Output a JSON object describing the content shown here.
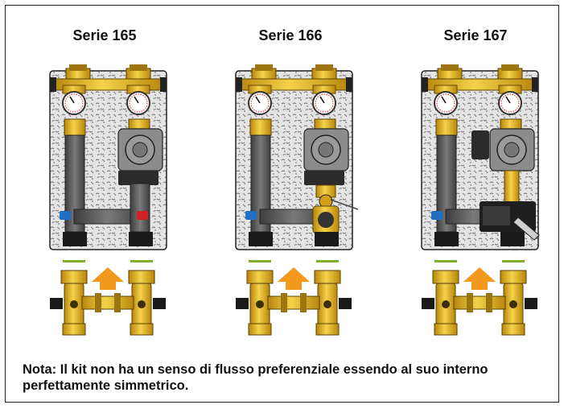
{
  "series": [
    {
      "title": "Serie 165",
      "valve": "none",
      "pump_actuator": true
    },
    {
      "title": "Serie 166",
      "valve": "thermostatic",
      "pump_actuator": true
    },
    {
      "title": "Serie 167",
      "valve": "motorized",
      "pump_actuator": true
    }
  ],
  "note": "Nota: Il kit non ha un senso di flusso preferenziale essendo al suo interno perfettamente simmetrico.",
  "colors": {
    "brass": "#e8b82a",
    "brass_dark": "#9c7410",
    "insulation": "#d9d9d9",
    "pipe": "#5a5a5a",
    "pump": "#8c8c8c",
    "arrow": "#f39a1e",
    "bar_green": "#7fb02a",
    "tag_blue": "#1f6fc2",
    "tag_red": "#d0202a"
  }
}
